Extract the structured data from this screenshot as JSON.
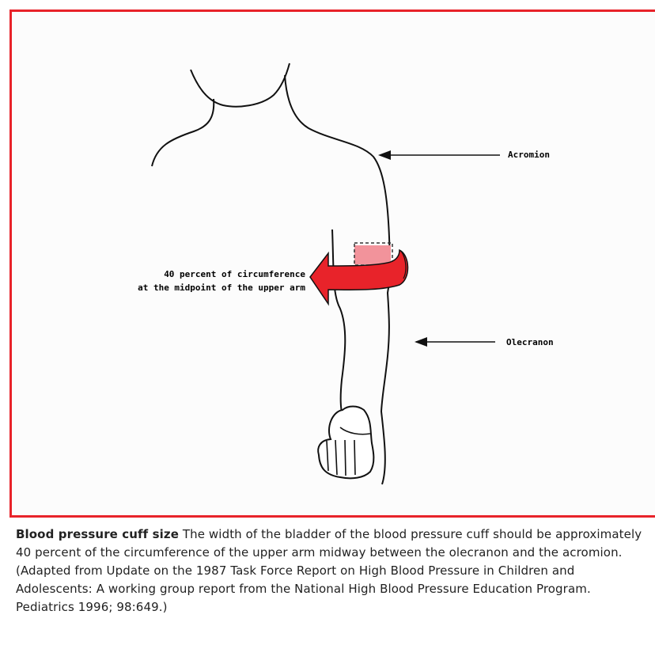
{
  "diagram": {
    "labels": {
      "acromion": "Acromion",
      "olecranon": "Olecranon",
      "cuff_line1": "40 percent of circumference",
      "cuff_line2": "at the midpoint of the upper arm"
    },
    "colors": {
      "frame": "#e8232a",
      "cuff_arrow": "#e8232a",
      "bladder": "#f2939b"
    }
  },
  "caption": {
    "title": "Blood pressure cuff size",
    "body": " The width of the bladder of the blood pressure cuff should be approximately 40 percent of the circumference of the upper arm midway between the olecranon and the acromion. (Adapted from Update on the 1987 Task Force Report on High Blood Pressure in Children and Adolescents: A working group report from the National High Blood Pressure Education Program. Pediatrics 1996; 98:649.)"
  }
}
